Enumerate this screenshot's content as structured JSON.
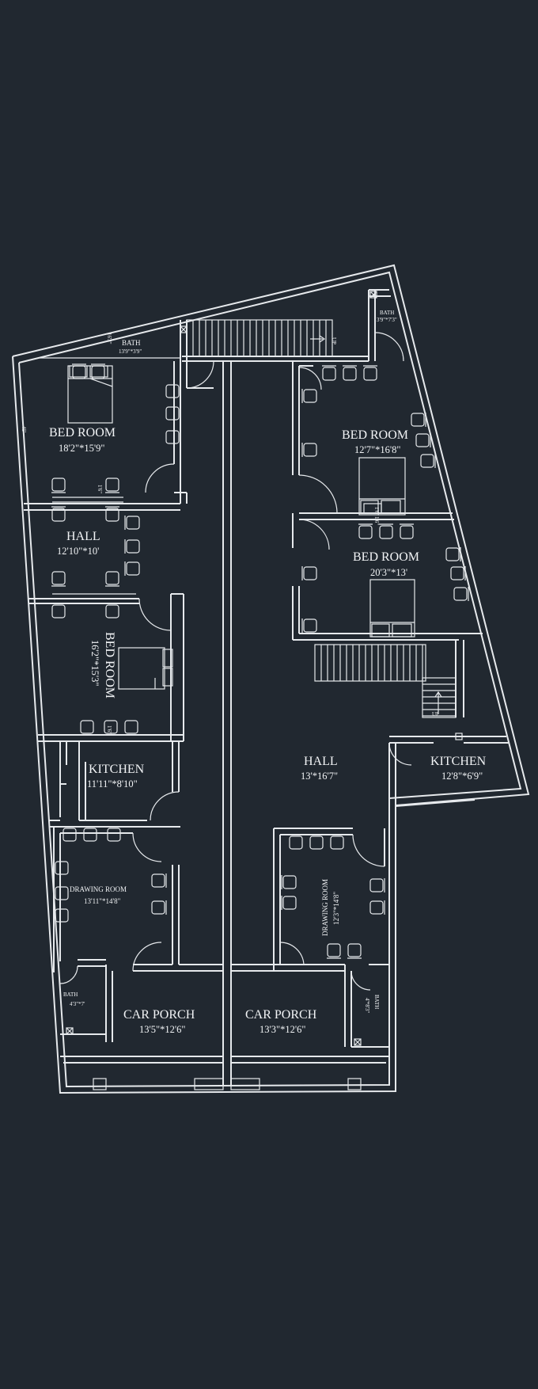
{
  "rooms": {
    "bath_top_left": {
      "label": "BATH",
      "dim": "13'9\"*3'9\""
    },
    "bath_top_right": {
      "label": "BATH",
      "dim": "3'9\"*7'3\""
    },
    "bedroom_top_left": {
      "label": "BED ROOM",
      "dim": "18'2\"*15'9\""
    },
    "hall_left": {
      "label": "HALL",
      "dim": "12'10\"*10'"
    },
    "bedroom_left_rotated": {
      "label": "BED ROOM",
      "dim": "16'2\"*15'3\""
    },
    "kitchen_left": {
      "label": "KITCHEN",
      "dim": "11'11\"*8'10\""
    },
    "drawing_left": {
      "label": "DRAWING ROOM",
      "dim": "13'11\"*14'8\""
    },
    "bath_bottom_left": {
      "label": "BATH",
      "dim": "4'3\"*7'"
    },
    "car_porch_left": {
      "label": "CAR PORCH",
      "dim": "13'5\"*12'6\""
    },
    "bedroom_right_top": {
      "label": "BED ROOM",
      "dim": "12'7\"*16'8\""
    },
    "bedroom_right_mid": {
      "label": "BED ROOM",
      "dim": "20'3\"*13'"
    },
    "hall_right": {
      "label": "HALL",
      "dim": "13'*16'7\""
    },
    "kitchen_right": {
      "label": "KITCHEN",
      "dim": "12'8\"*6'9\""
    },
    "drawing_right": {
      "label": "DRAWING ROOM",
      "dim": "12'3\"*14'8\""
    },
    "bath_bottom_right": {
      "label": "BATH",
      "dim": "4'*8'3\""
    },
    "car_porch_right": {
      "label": "CAR PORCH",
      "dim": "13'3\"*12'6\""
    }
  },
  "annotations": {
    "up_top": "UP",
    "up_right": "UP",
    "edge_top": "16'3\"",
    "edge_left": "45'",
    "wardrobe_1": "1'6\"",
    "wardrobe_2": "1'6\"",
    "wardrobe_3": "1'6\"",
    "wardrobe_4": "1'6\""
  }
}
